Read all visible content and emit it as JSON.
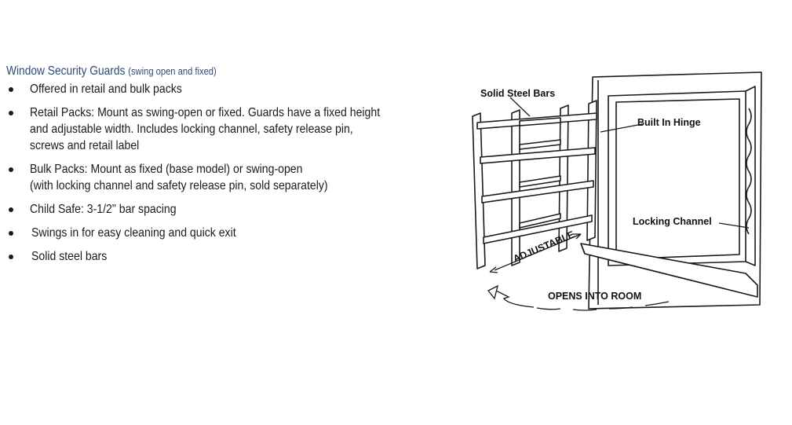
{
  "heading": {
    "title": "Window Security Guards",
    "subtitle": "(swing open and fixed)"
  },
  "bullets": [
    "Offered in retail and bulk packs",
    "Retail Packs: Mount as swing-open or fixed. Guards have a fixed height\nand adjustable width. Includes locking channel, safety release pin,\nscrews and retail label",
    "Bulk Packs: Mount as fixed (base model) or swing-open\n(with locking channel and safety release pin, sold separately)",
    "Child Safe: 3-1/2\" bar spacing",
    "Swings in for easy cleaning and quick exit",
    "Solid steel bars"
  ],
  "diagram": {
    "labels": {
      "solid_steel_bars": "Solid Steel Bars",
      "built_in_hinge": "Built In Hinge",
      "locking_channel": "Locking Channel",
      "adjustable": "ADJUSTABLE",
      "opens_into_room": "OPENS INTO ROOM"
    }
  },
  "colors": {
    "heading": "#2c4a7a",
    "text": "#1a1a1a"
  }
}
